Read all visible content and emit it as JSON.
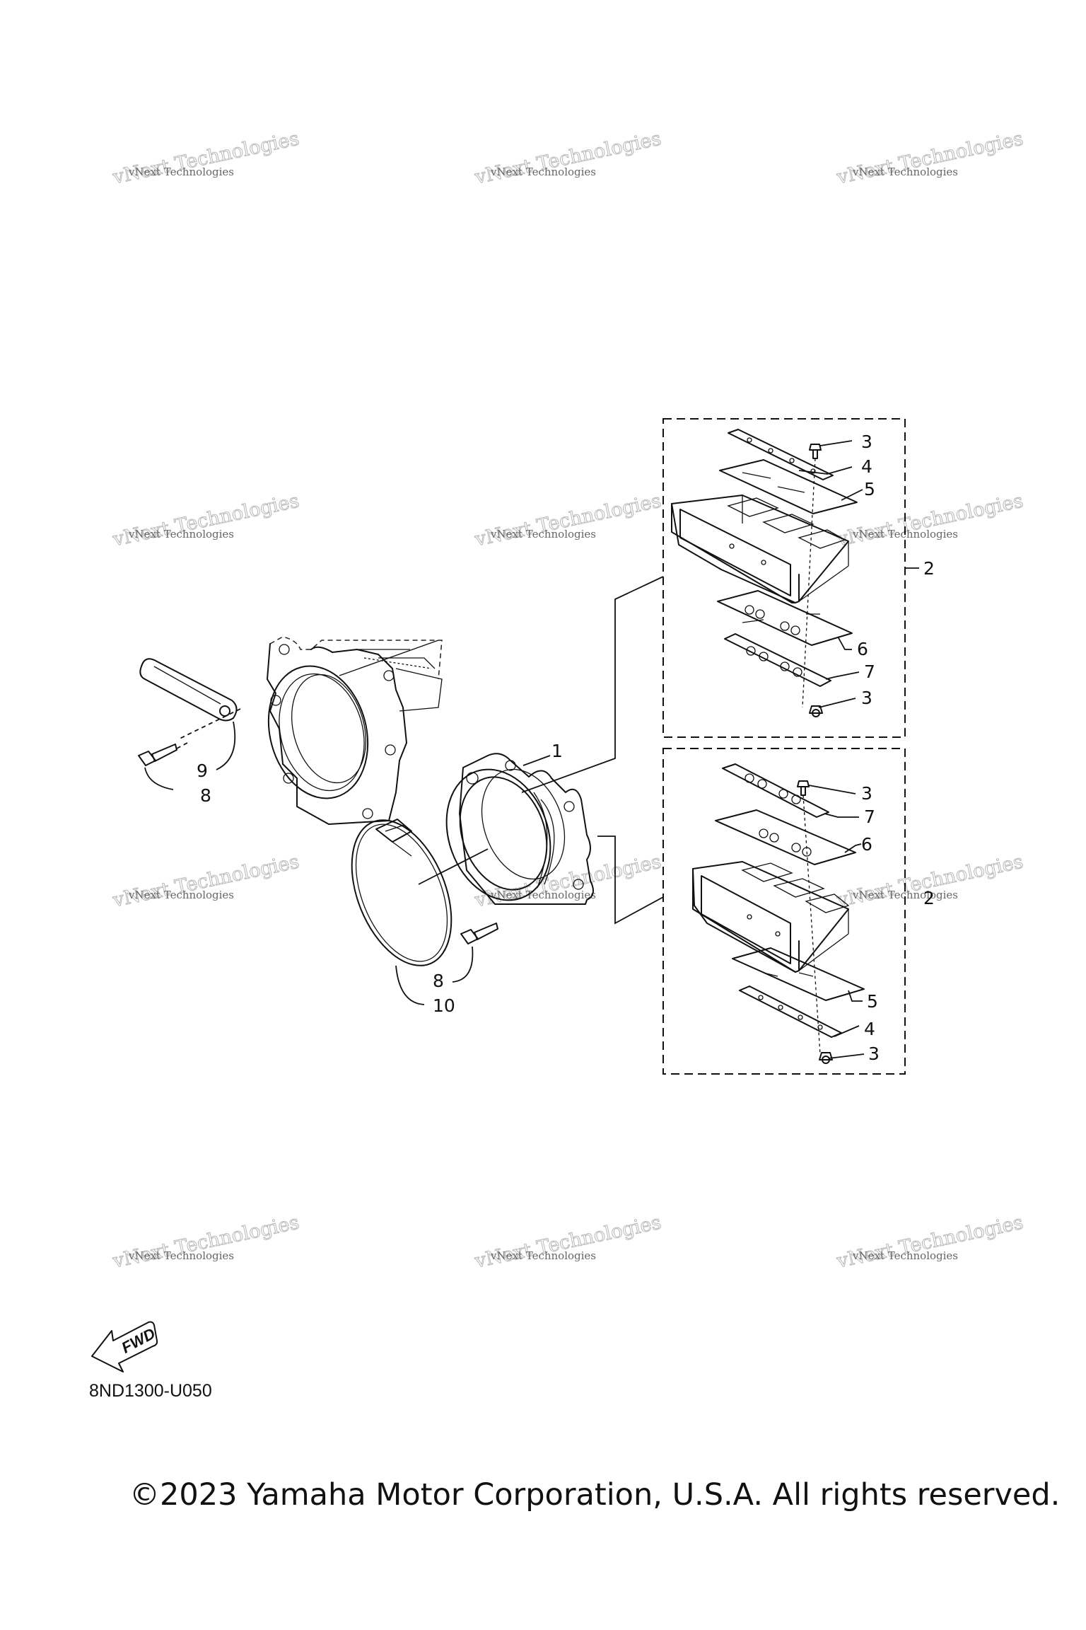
{
  "diagram": {
    "callouts": {
      "c1": "1",
      "c2a": "2",
      "c2b": "2",
      "c3a": "3",
      "c3b": "3",
      "c3c": "3",
      "c3d": "3",
      "c4a": "4",
      "c4b": "4",
      "c5a": "5",
      "c5b": "5",
      "c6a": "6",
      "c6b": "6",
      "c7a": "7",
      "c7b": "7",
      "c8a": "8",
      "c8b": "8",
      "c9": "9",
      "c10": "10"
    },
    "fwd_label": "FWD",
    "figure_code": "8ND1300-U050",
    "copyright": "©2023 Yamaha Motor Corporation, U.S.A. All rights reserved.",
    "watermark": {
      "line1": "vNext Technologies",
      "line2": "vNext Technologies"
    }
  }
}
